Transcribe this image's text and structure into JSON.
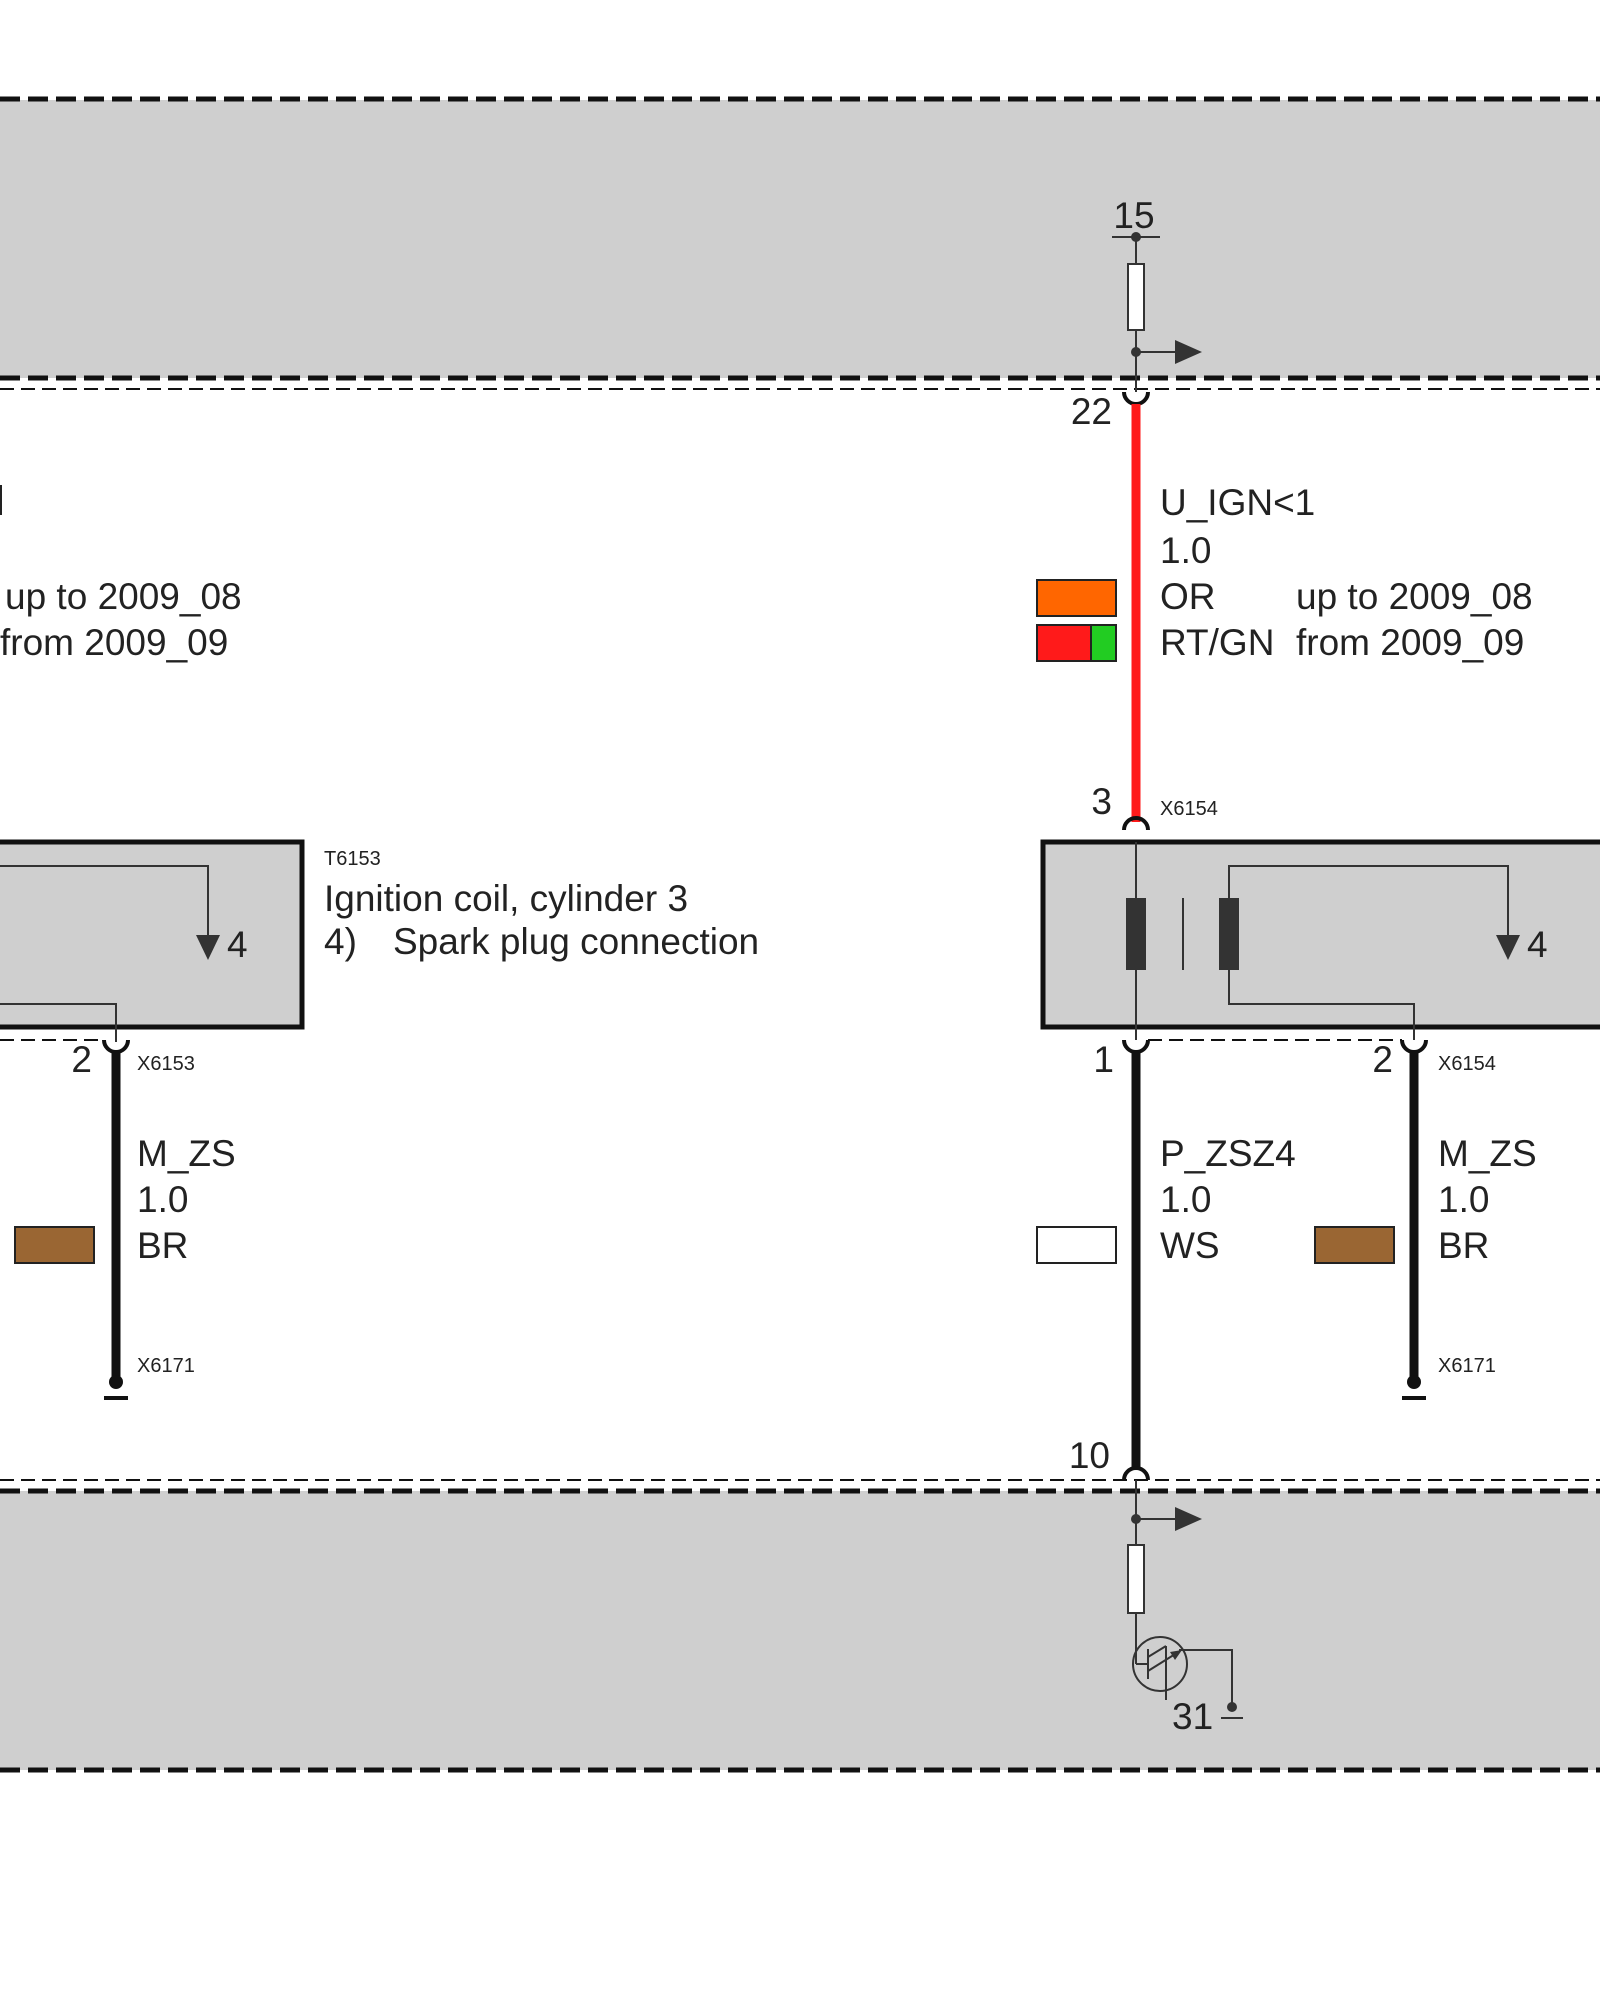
{
  "colors": {
    "module_fill": "#cfcfcf",
    "wire_red": "#ff1a1a",
    "wire_black": "#111111",
    "orange": "#ff6600",
    "green": "#22cc22",
    "brown": "#9a6633",
    "white": "#ffffff"
  },
  "top_module": {
    "supply_terminal": "15",
    "output_pin": "22"
  },
  "bottom_module": {
    "input_pin": "10",
    "ground_terminal": "31"
  },
  "wire_ign": {
    "signal": "U_IGN<1",
    "gauge": "1.0",
    "variants": [
      {
        "code": "OR",
        "note": "up to 2009_08",
        "swatch": "orange"
      },
      {
        "code": "RT/GN",
        "note": "from 2009_09",
        "swatch": "red-green"
      }
    ]
  },
  "left_partial_notes": {
    "note_1": "up to 2009_08",
    "note_2": "from 2009_09"
  },
  "coil_left": {
    "designation": "T6153",
    "name": "Ignition coil, cylinder 3",
    "footnote_mark": "4)",
    "footnote_text": "Spark plug connection",
    "output_label": "4",
    "pin_bottom": "2",
    "connector": "X6153"
  },
  "coil_right": {
    "pin_top": "3",
    "connector_top": "X6154",
    "output_label": "4",
    "pin_1": "1",
    "pin_2": "2",
    "connector_bottom": "X6154"
  },
  "wire_left_ground": {
    "signal": "M_ZS",
    "gauge": "1.0",
    "color": "BR",
    "ground_connector": "X6171"
  },
  "wire_trigger": {
    "signal": "P_ZSZ4",
    "gauge": "1.0",
    "color": "WS",
    "pin_end": "10"
  },
  "wire_right_ground": {
    "signal": "M_ZS",
    "gauge": "1.0",
    "color": "BR",
    "ground_connector": "X6171"
  }
}
